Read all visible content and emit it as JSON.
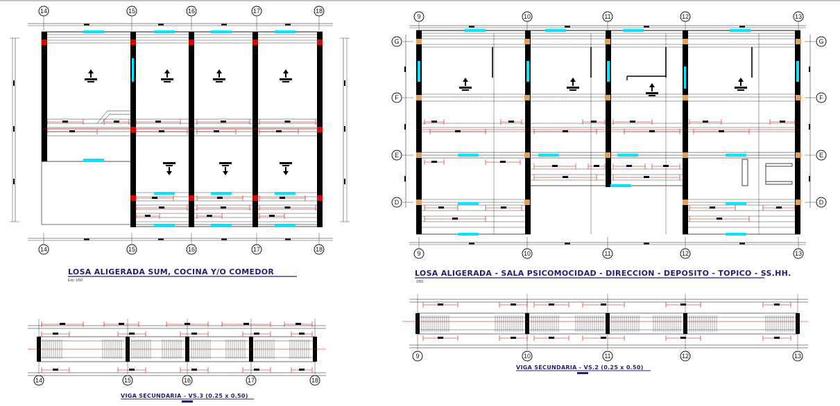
{
  "plans": [
    {
      "id": "plan-left",
      "title": "LOSA ALIGERADA  SUM,  COCINA Y/O COMEDOR",
      "scale": "Esc: 1/50",
      "grid_x": [
        "14",
        "15",
        "16",
        "17",
        "18"
      ],
      "grid_y": []
    },
    {
      "id": "plan-right",
      "title": "LOSA ALIGERADA - SALA PSICOMOCIDAD - DIRECCION - DEPOSITO - TOPICO - SS.HH.",
      "scale": "1/50",
      "grid_x": [
        "9",
        "10",
        "11",
        "12",
        "13"
      ],
      "grid_y": [
        "G",
        "F",
        "E",
        "D"
      ]
    }
  ],
  "beams": [
    {
      "id": "beam-left",
      "title": "VIGA SECUNDARIA - VS.3  (0.25 x 0.50)",
      "grid_x": [
        "14",
        "15",
        "16",
        "17",
        "18"
      ]
    },
    {
      "id": "beam-right",
      "title": "VIGA SECUNDARIA - VS.2  (0.25 x 0.50)",
      "grid_x": [
        "9",
        "10",
        "11",
        "12",
        "13"
      ]
    }
  ],
  "colors": {
    "wall": "#000000",
    "beam_highlight": "#00e5ff",
    "dimension": "#d40000",
    "title": "#2a1a6e",
    "line": "#111111"
  }
}
